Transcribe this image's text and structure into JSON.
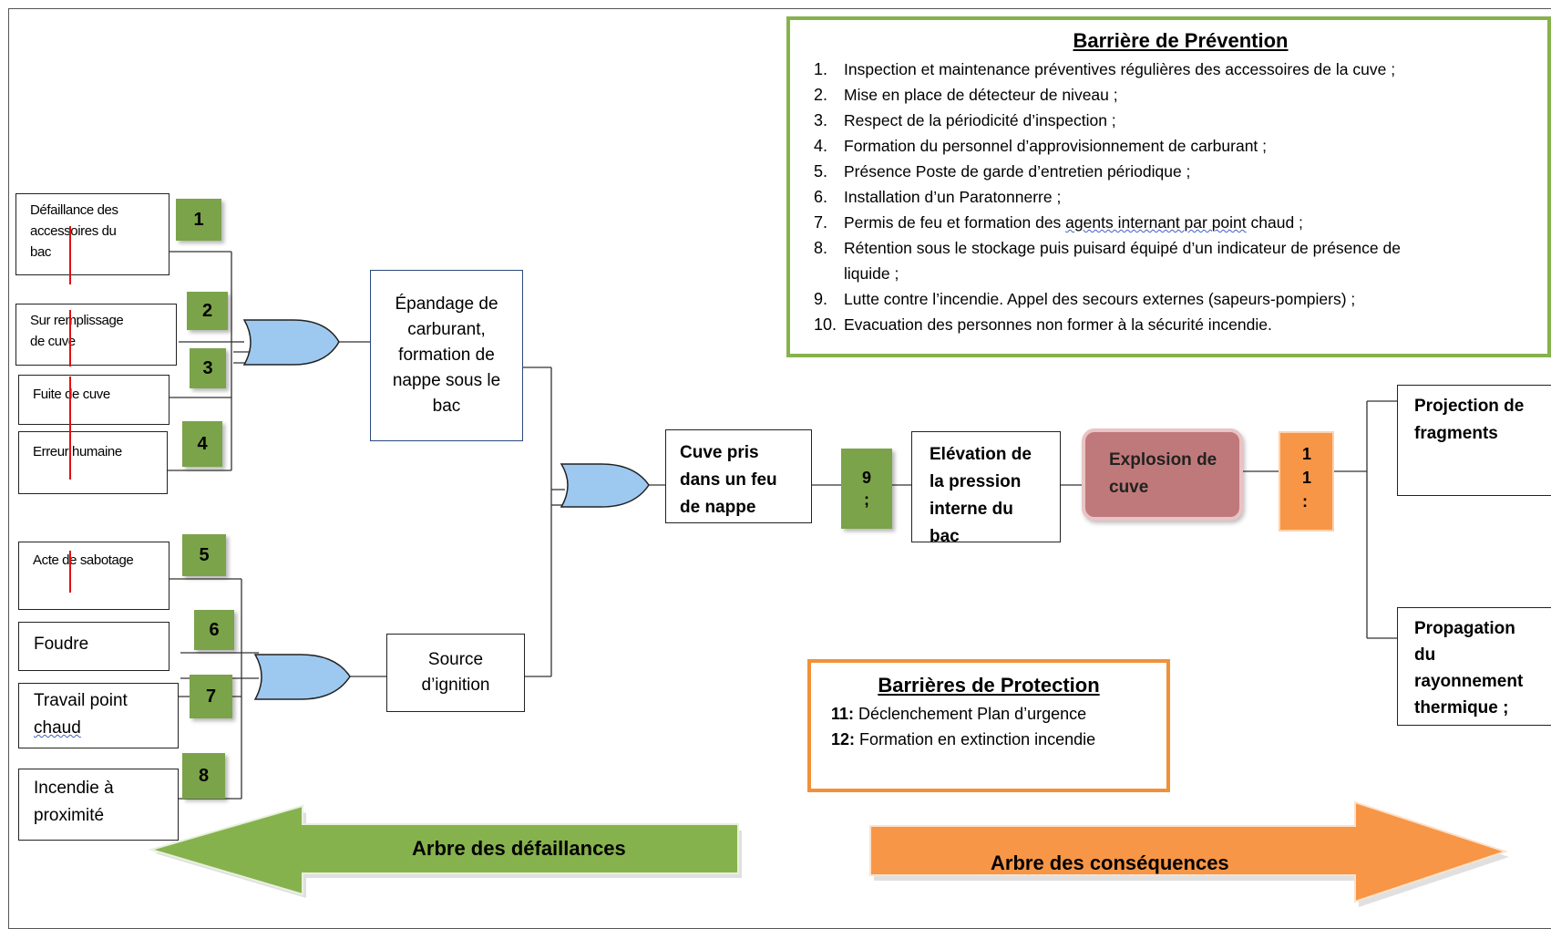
{
  "prevention": {
    "title": "Barrière de Prévention",
    "items": [
      {
        "n": "1.",
        "text": "Inspection et maintenance préventives régulières des accessoires de la cuve ;"
      },
      {
        "n": "2.",
        "text": "Mise en place de détecteur de niveau ;"
      },
      {
        "n": "3.",
        "text": "Respect de la périodicité d’inspection ;"
      },
      {
        "n": "4.",
        "text": "Formation du personnel d’approvisionnement de carburant ;"
      },
      {
        "n": "5.",
        "text": "Présence Poste de garde d’entretien périodique ;"
      },
      {
        "n": "6.",
        "text": "Installation d’un Paratonnerre ;"
      },
      {
        "n": "7.",
        "text_before": "Permis de feu et formation des ",
        "text_underlined": "agents internant par point",
        "text_after": " chaud ;"
      },
      {
        "n": "8.",
        "text": "Rétention sous le stockage puis puisard équipé d’un indicateur de présence de",
        "text_cont": "liquide ;"
      },
      {
        "n": "9.",
        "text": "Lutte contre l’incendie. Appel des secours externes (sapeurs-pompiers) ;"
      },
      {
        "n": "10.",
        "text": "Evacuation des personnes non former à la sécurité incendie."
      }
    ]
  },
  "causes": [
    {
      "line1": "Défaillance des",
      "line2": "accessoires du",
      "line3": "bac"
    },
    {
      "line1": "Sur remplissage",
      "line2": "de cuve"
    },
    {
      "line1": "Fuite de cuve"
    },
    {
      "line1": "Erreur humaine"
    },
    {
      "line1": "Acte de sabotage"
    },
    {
      "line1": "Foudre"
    },
    {
      "line1": "Travail point",
      "line2": "chaud"
    },
    {
      "line1": "Incendie à",
      "line2": "proximité"
    }
  ],
  "barrier_numbers": [
    "1",
    "2",
    "3",
    "4",
    "5",
    "6",
    "7",
    "8"
  ],
  "events": {
    "epandage": {
      "line1": "Épandage de",
      "line2": "carburant,",
      "line3": "formation de",
      "line4": "nappe sous le",
      "line5": "bac"
    },
    "ignition": {
      "line1": "Source",
      "line2": "d’ignition"
    },
    "cuve_feu": {
      "line1": "Cuve pris",
      "line2": "dans un feu",
      "line3": "de nappe"
    },
    "barrier9": {
      "line1": "9",
      "line2": ";"
    },
    "elevation": {
      "line1": "Elévation de",
      "line2": "la pression",
      "line3": "interne du",
      "line4": "bac"
    },
    "explosion": {
      "line1": "Explosion de",
      "line2": "cuve"
    },
    "barrier11": {
      "line1": "1",
      "line2": "1",
      "line3": ":"
    },
    "projection": {
      "line1": "Projection de",
      "line2": "fragments"
    },
    "propagation": {
      "line1": "Propagation",
      "line2": "du",
      "line3": "rayonnement",
      "line4": "thermique ;"
    }
  },
  "protection": {
    "title": "Barrières de Protection",
    "items": [
      {
        "n": "11:",
        "text": " Déclenchement Plan d’urgence"
      },
      {
        "n": "12:",
        "text": " Formation en extinction incendie"
      }
    ]
  },
  "arrows": {
    "left_label": "Arbre des défaillances",
    "right_label": "Arbre des conséquences"
  },
  "colors": {
    "green_badge": "#7ba34a",
    "prevention_border": "#86b24d",
    "protection_border": "#f0913a",
    "orange": "#f79646",
    "explosion_fill": "#c0797a",
    "gate_fill": "#9dc9f0",
    "red_mark": "#e01010"
  }
}
